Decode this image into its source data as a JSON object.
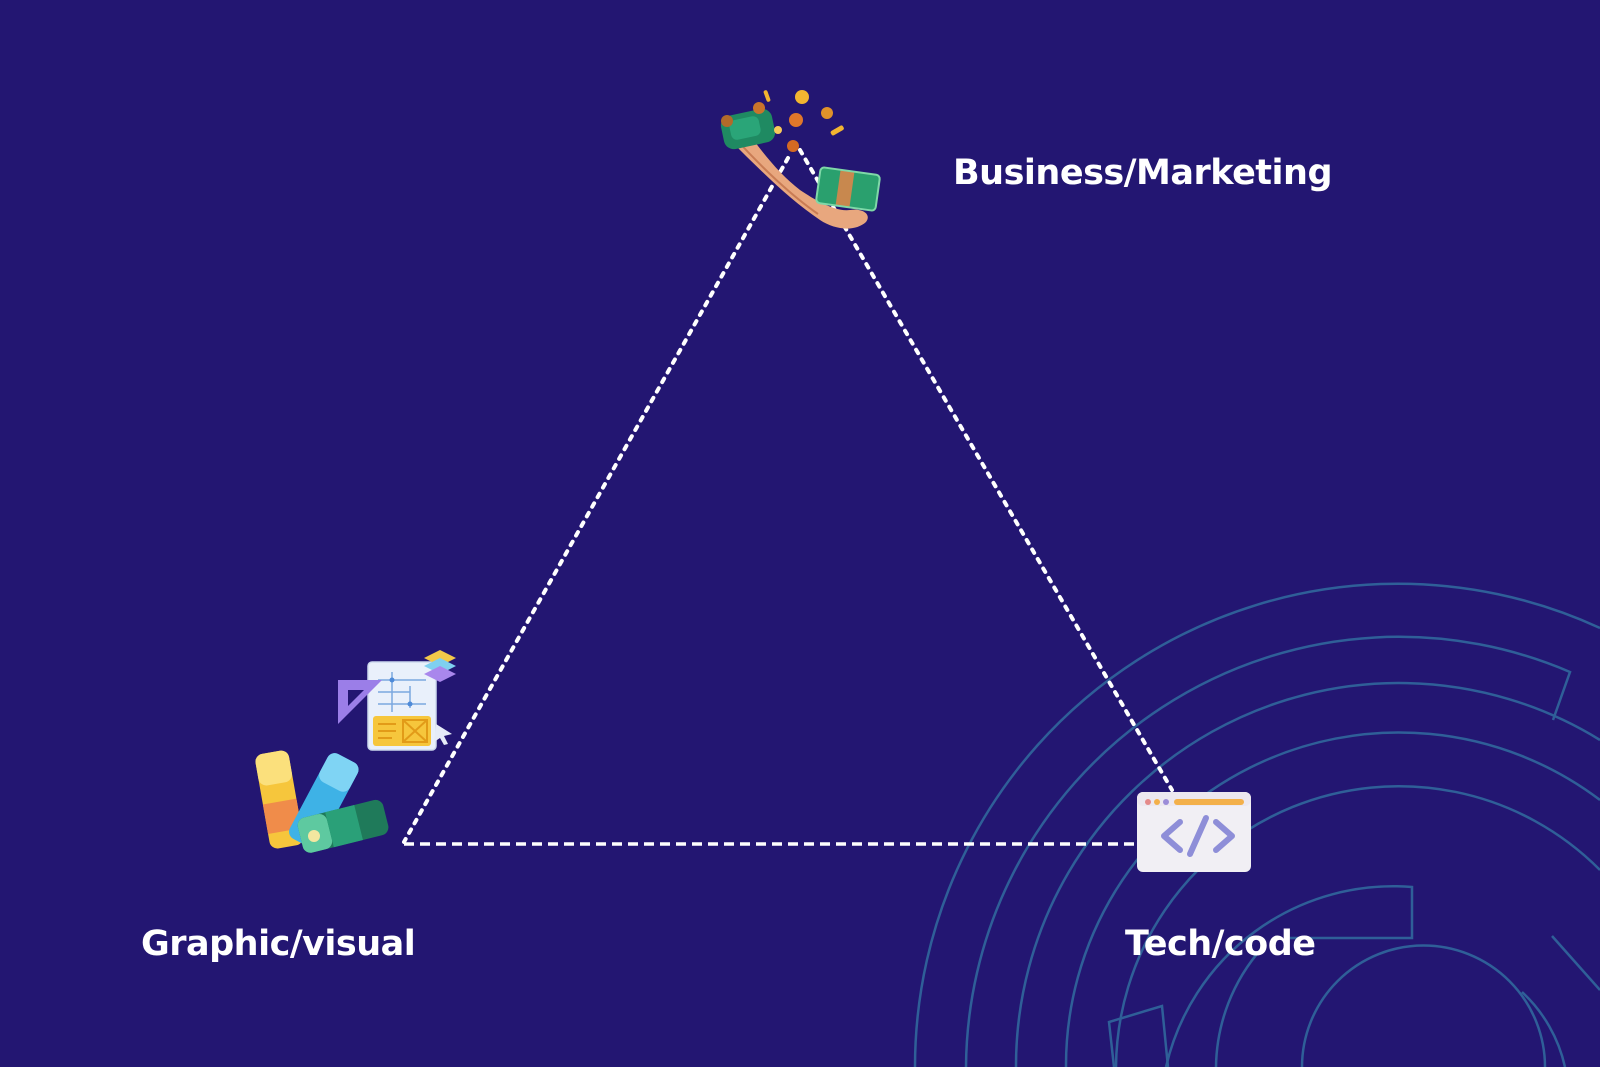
{
  "diagram": {
    "nodes": [
      {
        "id": "business",
        "label": "Business/Marketing",
        "icon": "hand-with-money-icon"
      },
      {
        "id": "graphic",
        "label": "Graphic/visual",
        "icon": "design-tools-icon"
      },
      {
        "id": "tech",
        "label": "Tech/code",
        "icon": "code-window-icon"
      }
    ],
    "edges": [
      {
        "from": "business",
        "to": "tech",
        "style": "dotted"
      },
      {
        "from": "business",
        "to": "graphic",
        "style": "dotted"
      },
      {
        "from": "graphic",
        "to": "tech",
        "style": "dashed"
      }
    ]
  },
  "colors": {
    "background": "#231672",
    "text": "#ffffff",
    "lines": "#ffffff",
    "decor_arcs": "#2f5f98"
  }
}
